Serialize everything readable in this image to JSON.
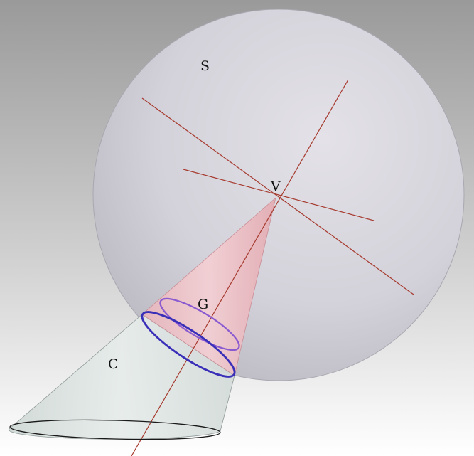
{
  "labels": {
    "sphere": "S",
    "vertex": "V",
    "inner_cone": "G",
    "outer_cone": "C"
  },
  "colors": {
    "background_top": "#9a9a9a",
    "background_bottom": "#ffffff",
    "sphere_fill": "#d6d4dc",
    "inner_cone_fill": "#f1c4c9",
    "outer_cone_fill": "#d9e1df",
    "axis_lines": "#a63a2e",
    "circles_blue": "#3a2fb8",
    "circles_violet": "#8a5ad0"
  }
}
